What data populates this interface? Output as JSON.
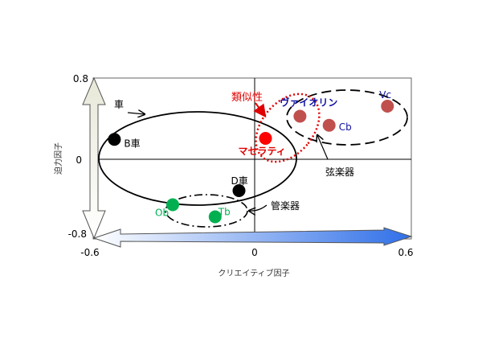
{
  "chart_data": {
    "type": "scatter",
    "title": "",
    "xlabel": "クリエイティブ因子",
    "ylabel": "迫力因子",
    "xlim": [
      -0.6,
      0.6
    ],
    "ylim": [
      -0.8,
      0.8
    ],
    "xticks": [
      "-0.6",
      "0",
      "0.6"
    ],
    "yticks": [
      "0.8",
      "0",
      "-0.8"
    ],
    "points": [
      {
        "label": "B車",
        "x": -0.52,
        "y": 0.19,
        "color": "#000000",
        "label_color": "#000000"
      },
      {
        "label": "D車",
        "x": -0.05,
        "y": -0.32,
        "color": "#000000",
        "label_color": "#000000"
      },
      {
        "label": "マセラティ",
        "x": 0.05,
        "y": 0.2,
        "color": "#ff0000",
        "label_color": "#e00000"
      },
      {
        "label": "ヴァイオリン",
        "x": 0.18,
        "y": 0.42,
        "color": "#c0504d",
        "label_color": "#1010a0"
      },
      {
        "label": "Cb",
        "x": 0.29,
        "y": 0.33,
        "color": "#c0504d",
        "label_color": "#1010a0"
      },
      {
        "label": "Vc",
        "x": 0.51,
        "y": 0.52,
        "color": "#c0504d",
        "label_color": "#1010a0"
      },
      {
        "label": "Ob",
        "x": -0.3,
        "y": -0.46,
        "color": "#00b050",
        "label_color": "#00b050"
      },
      {
        "label": "Tb",
        "x": -0.14,
        "y": -0.58,
        "color": "#00b050",
        "label_color": "#00b050"
      }
    ],
    "annotations": {
      "car": "車",
      "similarity": "類似性",
      "strings": "弦楽器",
      "winds": "管楽器"
    }
  }
}
